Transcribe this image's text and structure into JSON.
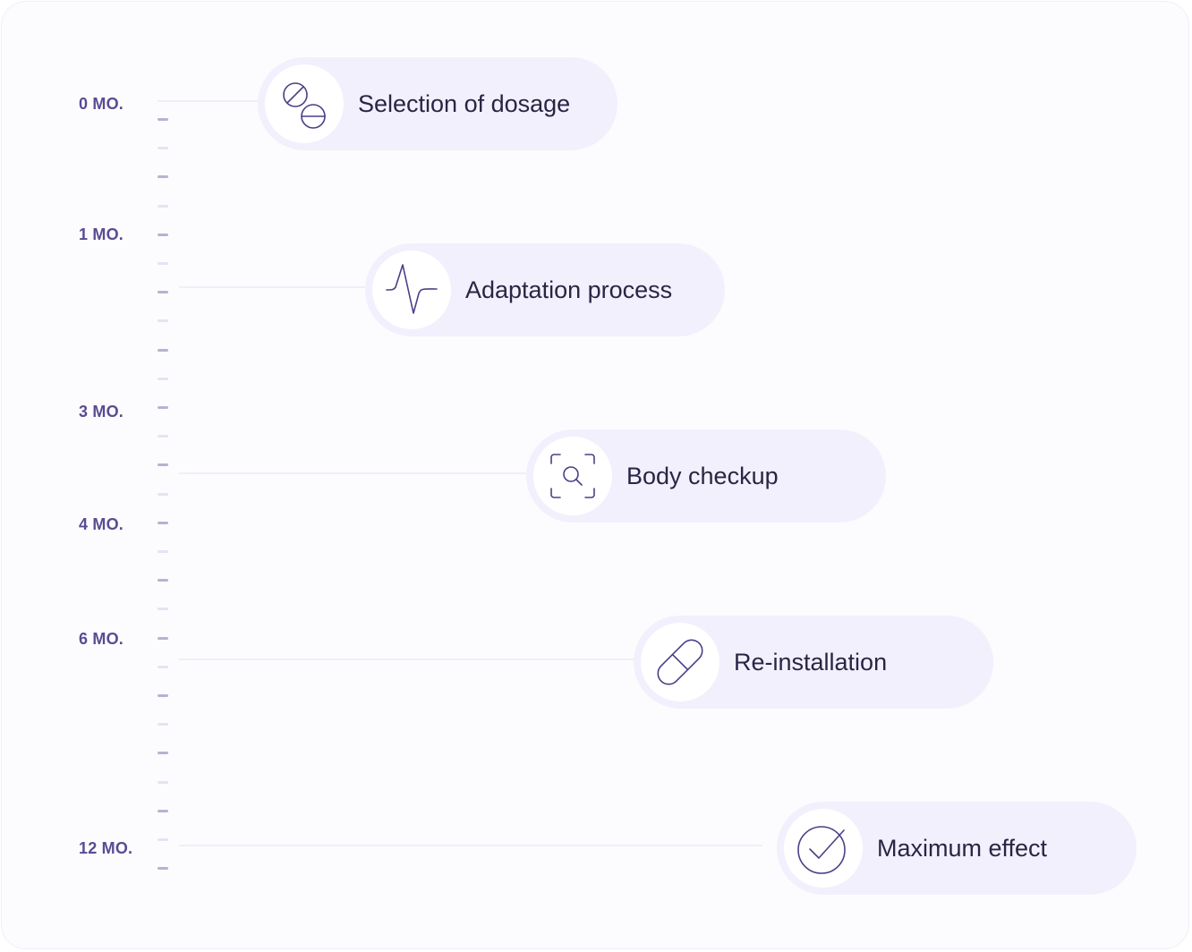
{
  "timeline": {
    "months": [
      {
        "label": "0 MO."
      },
      {
        "label": "1 MO."
      },
      {
        "label": "3 MO."
      },
      {
        "label": "4 MO."
      },
      {
        "label": "6 MO."
      },
      {
        "label": "12 MO."
      }
    ],
    "stages": [
      {
        "label": "Selection of dosage",
        "icon": "pills-icon"
      },
      {
        "label": "Adaptation process",
        "icon": "pulse-icon"
      },
      {
        "label": "Body checkup",
        "icon": "scan-search-icon"
      },
      {
        "label": "Re-installation",
        "icon": "capsule-icon"
      },
      {
        "label": "Maximum effect",
        "icon": "check-circle-icon"
      }
    ],
    "colors": {
      "accent": "#5a4b92",
      "pill_background": "#f2f0fc",
      "text": "#2a2544",
      "tick_major": "#b8b1d3",
      "tick_minor": "#e6e3f1"
    }
  }
}
